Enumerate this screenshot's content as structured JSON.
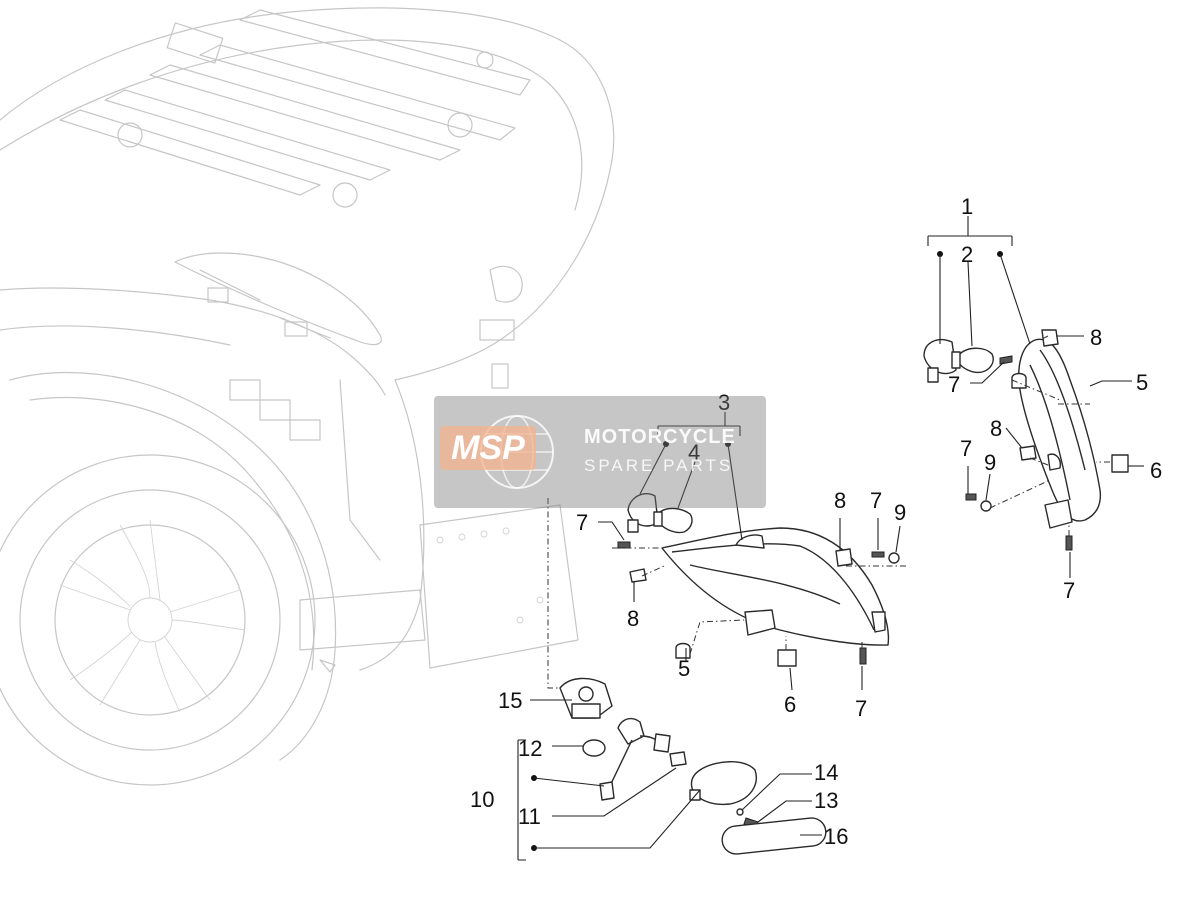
{
  "callouts": [
    {
      "id": "c1",
      "label": "1"
    },
    {
      "id": "c2",
      "label": "2"
    },
    {
      "id": "c3",
      "label": "3"
    },
    {
      "id": "c4",
      "label": "4"
    },
    {
      "id": "c5a",
      "label": "5"
    },
    {
      "id": "c5b",
      "label": "5"
    },
    {
      "id": "c6a",
      "label": "6"
    },
    {
      "id": "c6b",
      "label": "6"
    },
    {
      "id": "c7a",
      "label": "7"
    },
    {
      "id": "c7b",
      "label": "7"
    },
    {
      "id": "c7c",
      "label": "7"
    },
    {
      "id": "c7d",
      "label": "7"
    },
    {
      "id": "c7e",
      "label": "7"
    },
    {
      "id": "c7f",
      "label": "7"
    },
    {
      "id": "c8a",
      "label": "8"
    },
    {
      "id": "c8b",
      "label": "8"
    },
    {
      "id": "c8c",
      "label": "8"
    },
    {
      "id": "c8d",
      "label": "8"
    },
    {
      "id": "c9a",
      "label": "9"
    },
    {
      "id": "c9b",
      "label": "9"
    },
    {
      "id": "c10",
      "label": "10"
    },
    {
      "id": "c11",
      "label": "11"
    },
    {
      "id": "c12",
      "label": "12"
    },
    {
      "id": "c13",
      "label": "13"
    },
    {
      "id": "c14",
      "label": "14"
    },
    {
      "id": "c15",
      "label": "15"
    },
    {
      "id": "c16",
      "label": "16"
    }
  ],
  "watermark": {
    "badge": "MSP",
    "line1": "MOTORCYCLE",
    "line2": "SPARE PARTS"
  }
}
